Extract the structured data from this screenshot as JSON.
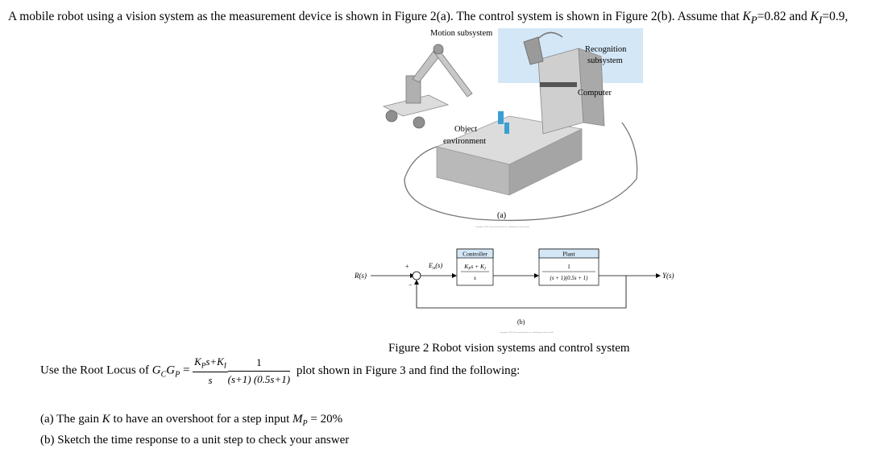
{
  "intro": {
    "text_before": "A mobile robot using a vision system as the measurement device is shown in Figure 2(a). The control system is shown in Figure 2(b). Assume that ",
    "kp_sym": "K",
    "kp_sub": "P",
    "kp_val": "=0.82",
    "and": " and ",
    "ki_sym": "K",
    "ki_sub": "I",
    "ki_val": "=0.9,"
  },
  "figure_a": {
    "motion_label": "Motion subsystem",
    "recognition_label_1": "Recognition",
    "recognition_label_2": "subsystem",
    "computer_label": "Computer",
    "object_label_1": "Object",
    "object_label_2": "environment",
    "panel_label": "(a)",
    "copyright": "Copyright ©2011 Pearson Education, Inc. publishing as Prentice Hall"
  },
  "figure_b": {
    "input_label": "R(s)",
    "error_label": "E",
    "error_sub": "a",
    "error_tail": "(s)",
    "plus": "+",
    "minus": "−",
    "controller_title": "Controller",
    "controller_num": "K",
    "controller_num_sub": "P",
    "controller_num_tail": "s + K",
    "controller_num_sub2": "I",
    "controller_den": "s",
    "plant_title": "Plant",
    "plant_num": "1",
    "plant_den": "(s + 1)(0.5s + 1)",
    "output_label": "Y(s)",
    "panel_label": "(b)",
    "copyright": "Copyright ©2011 Pearson Education, Inc. publishing as Prentice Hall"
  },
  "figure_caption": "Figure 2 Robot vision systems and control system",
  "question": {
    "lead": "Use the Root Locus of ",
    "gcgp": "G",
    "gc_sub": "C",
    "gp": "G",
    "gp_sub": "P",
    "eq": " = ",
    "num1_k": "K",
    "num1_psub": "P",
    "num1_mid": "s+K",
    "num1_isub": "I",
    "den1": "s",
    "num2": "1",
    "den2": "(s+1) (0.5s+1)",
    "tail": "plot shown in Figure 3 and find the following:"
  },
  "items": [
    {
      "prefix": "(a) The gain ",
      "k": "K",
      "mid": " to have an overshoot for a step input ",
      "mp": "M",
      "mp_sub": "P",
      "val": " = 20%"
    },
    {
      "text": "(b) Sketch the time response to a unit step to check your answer"
    }
  ]
}
